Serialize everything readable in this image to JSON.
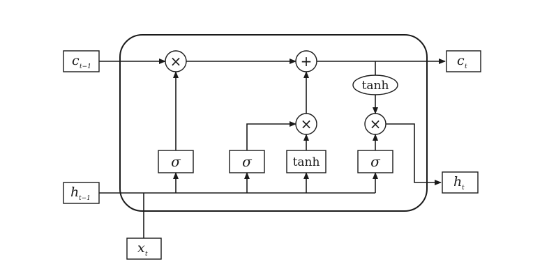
{
  "io": {
    "c_prev": {
      "main": "c",
      "sub": "t−1"
    },
    "c_next": {
      "main": "c",
      "sub": "t"
    },
    "h_prev": {
      "main": "h",
      "sub": "t−1"
    },
    "h_next": {
      "main": "h",
      "sub": "t"
    },
    "x_in": {
      "main": "x",
      "sub": "t"
    }
  },
  "gates": {
    "forget": "σ",
    "input": "σ",
    "candidate": "tanh",
    "output": "σ"
  },
  "ops": {
    "multiply": "×",
    "add": "+",
    "cell_tanh": "tanh"
  }
}
